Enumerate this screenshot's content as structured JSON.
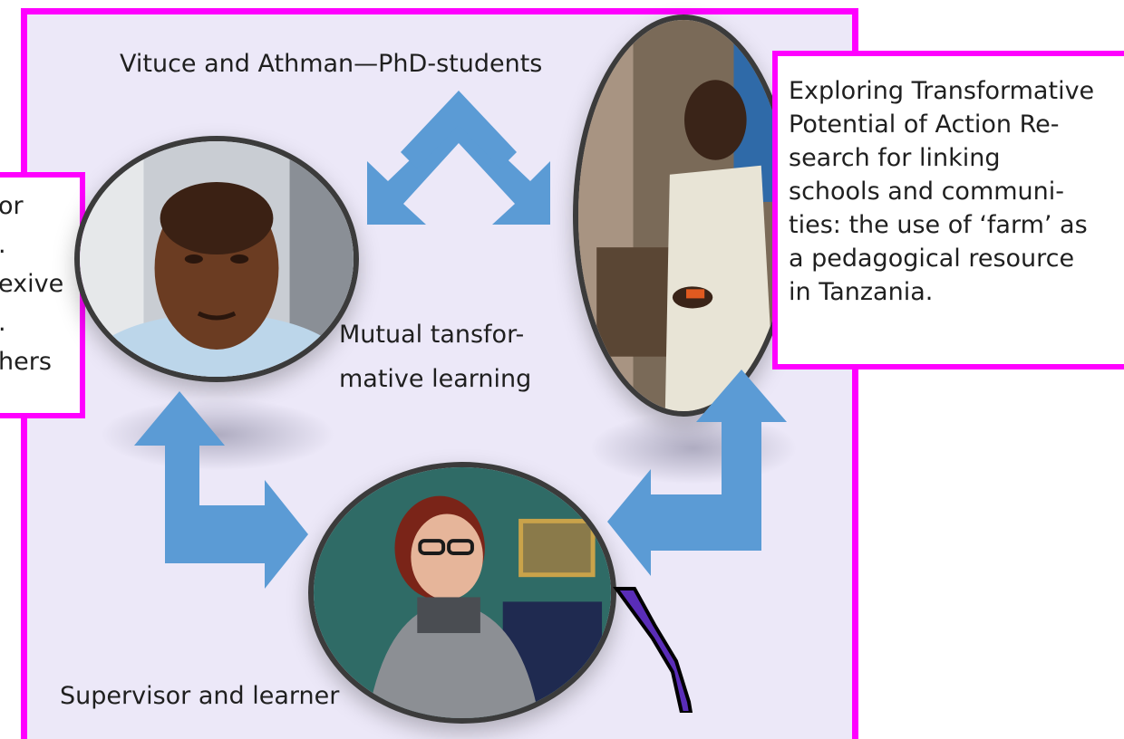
{
  "labels": {
    "phd_students": "Vituce and Athman—PhD-students",
    "mutual_learning": "Mutual tansfor-\nmative learning",
    "supervisor": "Supervisor and learner"
  },
  "left_box": {
    "text": "or\n.\nexive\n.\nhers"
  },
  "right_box": {
    "text": "Exploring Transformative\nPotential of Action Re-\nsearch for linking\nschools and communi-\nties: the use of ‘farm’ as\na pedagogical resource\nin Tanzania."
  },
  "colors": {
    "frame": "#ff00ff",
    "arrow": "#5b9bd5",
    "panel_bg": "#ece8f8",
    "pen": "#5a2db8"
  },
  "icons": {
    "arrow_top": "chevron-double-arrow-icon",
    "arrow_left": "elbow-arrow-icon",
    "arrow_right": "elbow-arrow-icon",
    "pen": "quill-shape-icon"
  }
}
